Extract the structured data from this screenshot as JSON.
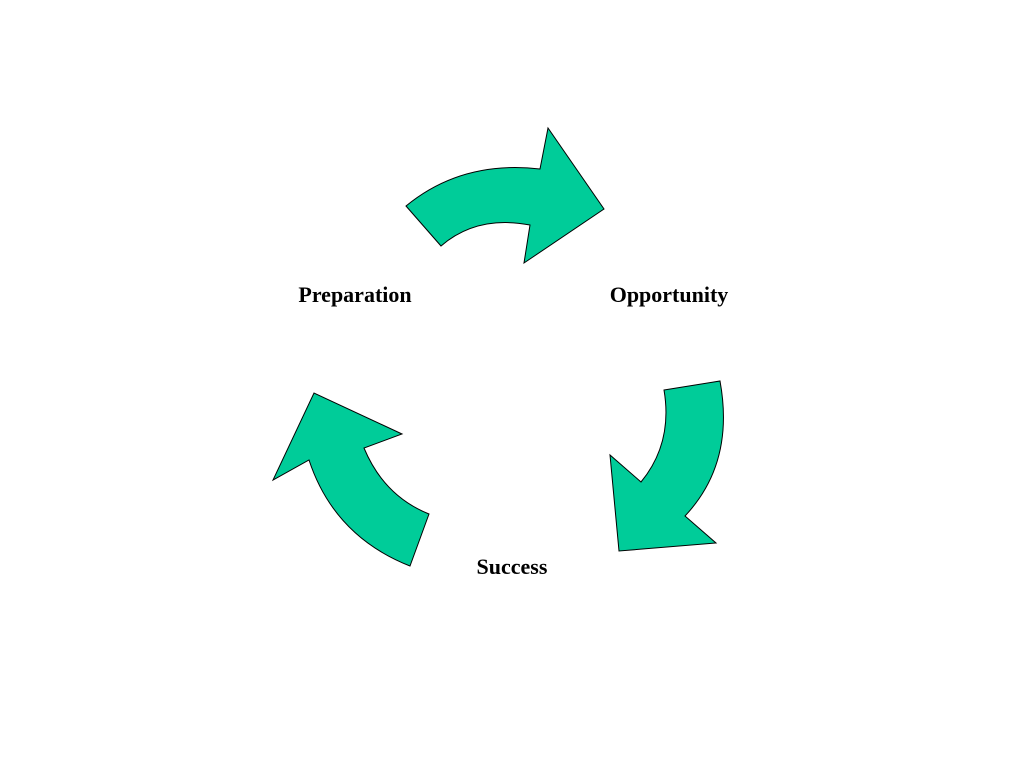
{
  "diagram": {
    "type": "cycle",
    "arrow_color": "#00CC99",
    "outline_color": "#000000",
    "stages": [
      {
        "label": "Preparation"
      },
      {
        "label": "Opportunity"
      },
      {
        "label": "Success"
      }
    ],
    "flow": [
      {
        "from": "Preparation",
        "to": "Opportunity"
      },
      {
        "from": "Opportunity",
        "to": "Success"
      },
      {
        "from": "Success",
        "to": "Preparation"
      }
    ]
  }
}
